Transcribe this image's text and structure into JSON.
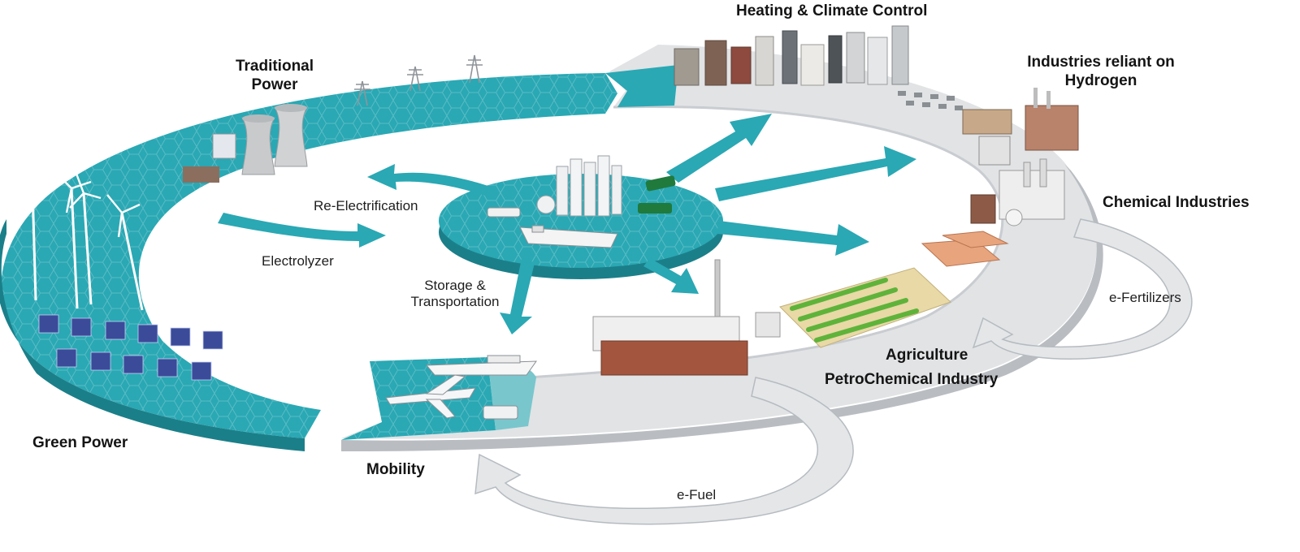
{
  "labels": {
    "heating": "Heating & Climate Control",
    "traditional_power": "Traditional Power",
    "industries_hydrogen": "Industries reliant on Hydrogen",
    "chemical_industries": "Chemical Industries",
    "re_electrification": "Re-Electrification",
    "electrolyzer": "Electrolyzer",
    "storage_transport": "Storage & Transportation",
    "e_fertilizers": "e-Fertilizers",
    "agriculture": "Agriculture",
    "petrochemical": "PetroChemical Industry",
    "green_power": "Green Power",
    "mobility": "Mobility",
    "e_fuel": "e-Fuel"
  },
  "colors": {
    "teal": "#2aa8b4",
    "teal_dark": "#1b7f89",
    "grey_track": "#e1e3e5",
    "grey_edge": "#b9bdc1",
    "solar_blue": "#3b4b9a"
  }
}
